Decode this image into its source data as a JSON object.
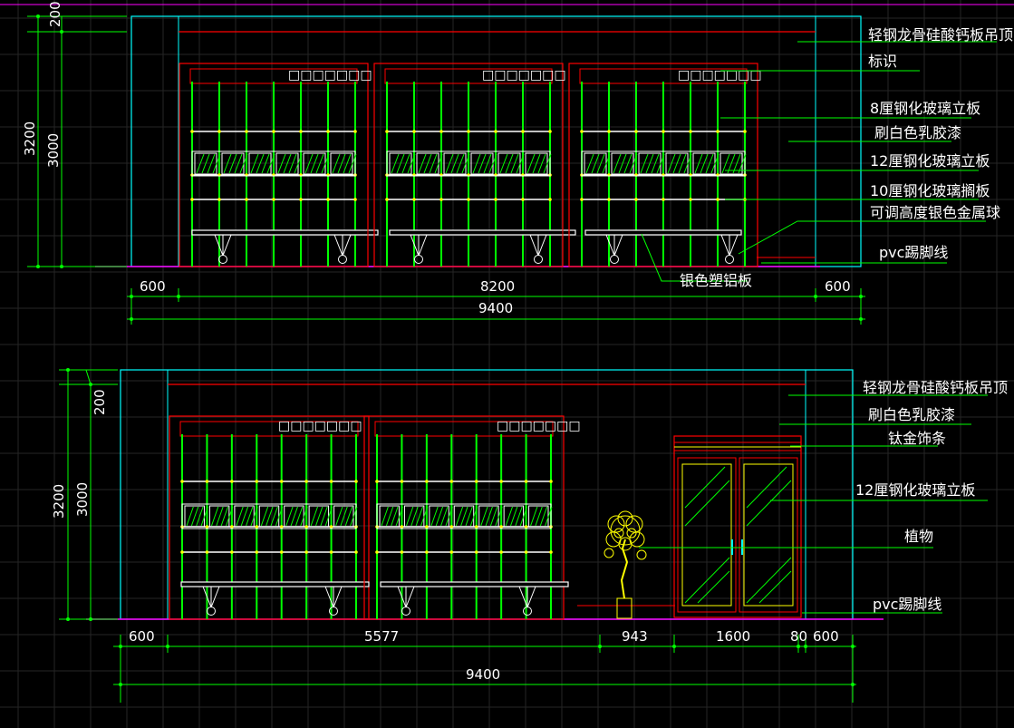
{
  "colors": {
    "background": "#000000",
    "grid": "#2a2a2a",
    "dimension": "#00ff00",
    "outline_cyan": "#00ffff",
    "frame_red": "#ff0000",
    "text": "#ffffff",
    "floor_magenta": "#ff00ff",
    "accent_yellow": "#ffff00"
  },
  "elevation_top": {
    "labels": [
      "轻钢龙骨硅酸钙板吊顶",
      "标识",
      "8厘钢化玻璃立板",
      "刷白色乳胶漆",
      "12厘钢化玻璃立板",
      "10厘钢化玻璃搁板",
      "可调高度银色金属球",
      "pvc踢脚线",
      "银色塑铝板"
    ],
    "sign_text": [
      "□□□□□□□",
      "□□□□□□□",
      "□□□□□□□"
    ],
    "dims": {
      "vertical": [
        "200",
        "3200",
        "3000"
      ],
      "horizontal": [
        "600",
        "8200",
        "600",
        "9400"
      ]
    }
  },
  "elevation_bottom": {
    "labels": [
      "轻钢龙骨硅酸钙板吊顶",
      "刷白色乳胶漆",
      "钛金饰条",
      "12厘钢化玻璃立板",
      "植物",
      "pvc踢脚线"
    ],
    "sign_text": [
      "□□□□□□□",
      "□□□□□□□"
    ],
    "dims": {
      "vertical": [
        "200",
        "3200",
        "3000"
      ],
      "horizontal": [
        "600",
        "5577",
        "943",
        "1600",
        "80",
        "600",
        "9400"
      ]
    }
  }
}
